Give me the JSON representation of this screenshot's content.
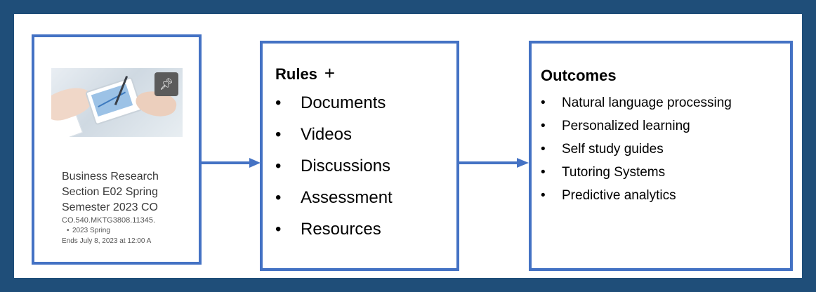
{
  "course_card": {
    "pin_icon": "pushpin-icon",
    "title": "Business Research\nSection E02 Spring\nSemester 2023 CO",
    "code": "CO.540.MKTG3808.11345.",
    "term": "2023 Spring",
    "ends": "Ends July 8, 2023 at 12:00 A"
  },
  "rules": {
    "heading": "Rules",
    "plus": "+",
    "items": [
      "Documents",
      "Videos",
      "Discussions",
      "Assessment",
      "Resources"
    ]
  },
  "outcomes": {
    "heading": "Outcomes",
    "items": [
      "Natural language processing",
      "Personalized learning",
      "Self study guides",
      "Tutoring Systems",
      "Predictive analytics"
    ]
  },
  "colors": {
    "background": "#1f4e79",
    "box_border": "#4472c4",
    "arrow": "#4472c4"
  }
}
